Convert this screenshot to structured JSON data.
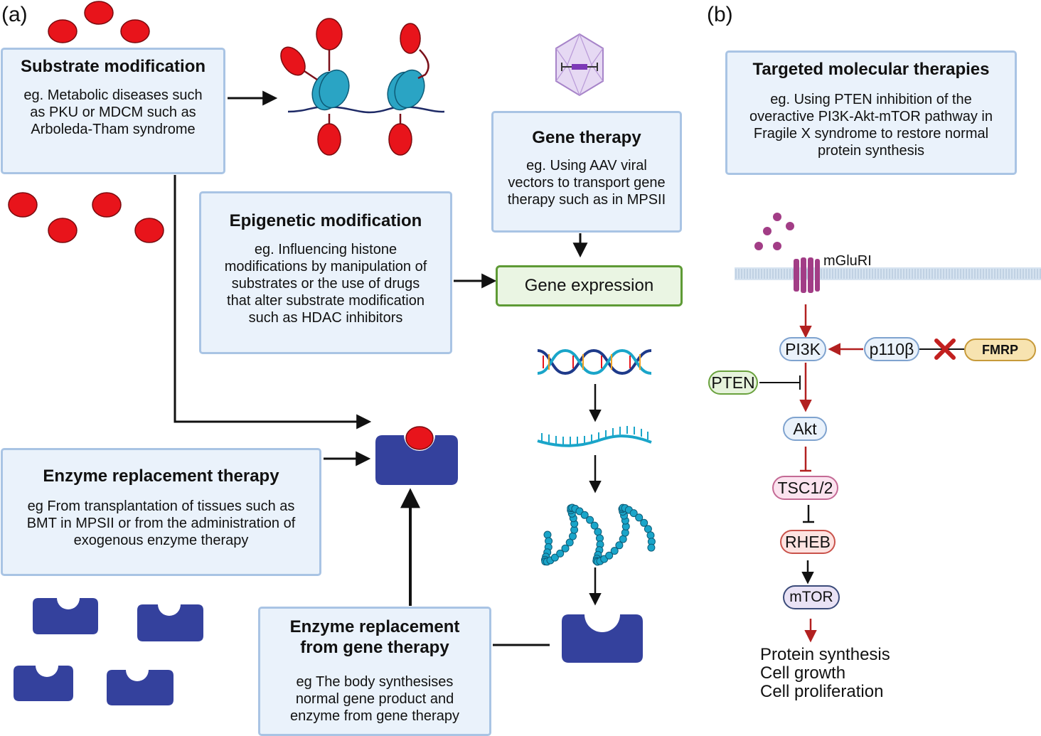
{
  "panels": {
    "a": "(a)",
    "b": "(b)"
  },
  "substrate": {
    "title": "Substrate modification",
    "lines": [
      "eg. Metabolic diseases such",
      "as PKU or MDCM such as",
      "Arboleda-Tham syndrome"
    ]
  },
  "epigenetic": {
    "title": "Epigenetic modification",
    "lines": [
      "eg. Influencing histone",
      "modifications by manipulation of",
      "substrates or the use of drugs",
      "that alter substrate modification",
      "such as HDAC inhibitors"
    ]
  },
  "gene_therapy": {
    "title": "Gene therapy",
    "lines": [
      "eg. Using AAV viral",
      "vectors to transport gene",
      "therapy such as in MPSII"
    ]
  },
  "gene_expression": "Gene expression",
  "ert": {
    "title": "Enzyme replacement therapy",
    "lines": [
      "eg From transplantation of tissues such as",
      "BMT in MPSII or from the administration of",
      "exogenous enzyme therapy"
    ]
  },
  "ert_gene": {
    "title_lines": [
      "Enzyme replacement",
      "from gene therapy"
    ],
    "lines": [
      "eg The body synthesises",
      "normal gene product and",
      "enzyme from gene therapy"
    ]
  },
  "targeted": {
    "title": "Targeted molecular therapies",
    "lines": [
      "eg. Using PTEN inhibition of the",
      "overactive PI3K-Akt-mTOR pathway in",
      "Fragile X syndrome to restore normal",
      "protein synthesis"
    ]
  },
  "pathway": {
    "receptor": "mGluRI",
    "nodes": {
      "pi3k": "PI3K",
      "p110b": "p110β",
      "fmrp": "FMRP",
      "pten": "PTEN",
      "akt": "Akt",
      "tsc": "TSC1/2",
      "rheb": "RHEB",
      "mtor": "mTOR"
    },
    "outputs": [
      "Protein synthesis",
      "Cell growth",
      "Cell proliferation"
    ]
  },
  "colors": {
    "box_fill": "#eaf2fb",
    "box_border": "#a9c4e4",
    "substrate_red": "#e8141b",
    "enzyme_blue": "#34419d",
    "arrow_red": "#b22020",
    "gene_expr_border": "#5e9a35"
  }
}
